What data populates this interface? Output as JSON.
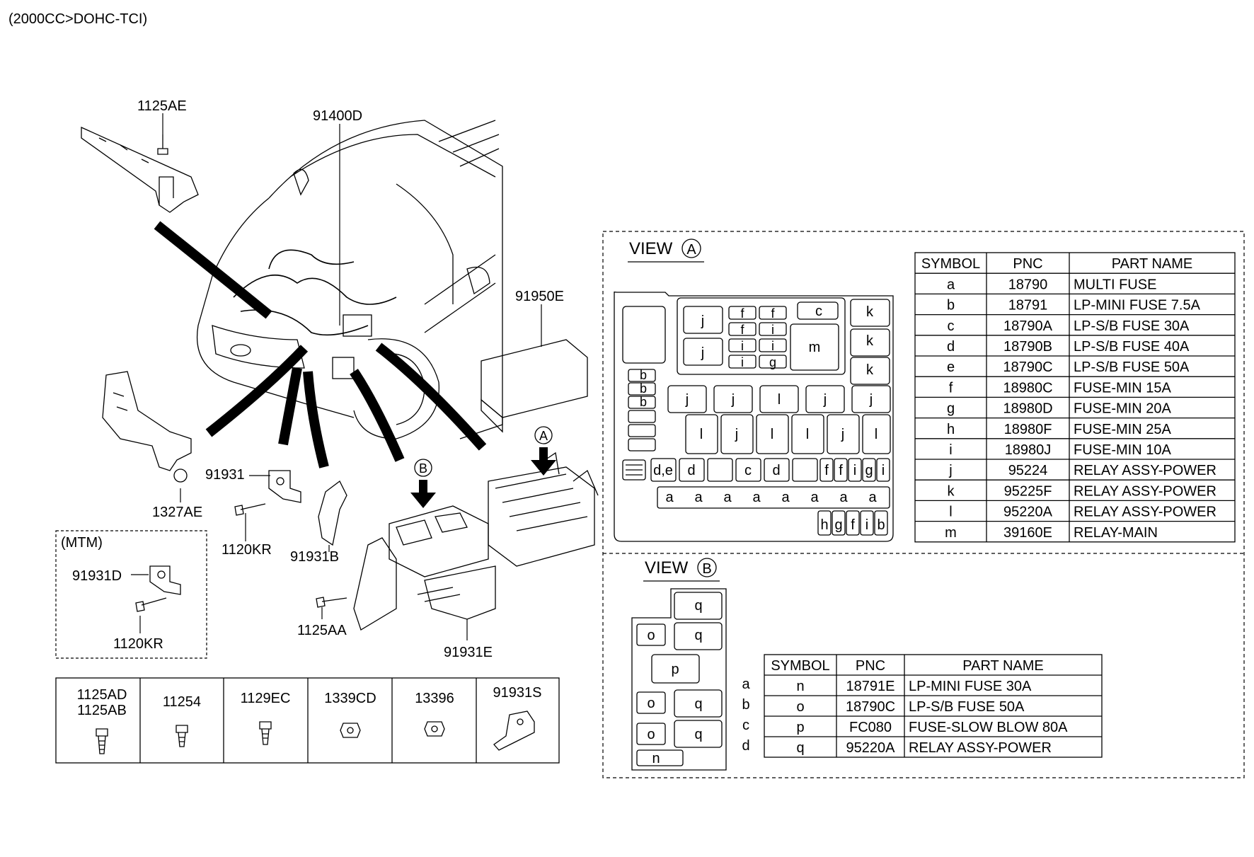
{
  "header": {
    "engine": "(2000CC>DOHC-TCI)"
  },
  "callouts": {
    "c1125AE": "1125AE",
    "c91400D": "91400D",
    "c91950E": "91950E",
    "c91931": "91931",
    "c1327AE": "1327AE",
    "c1120KR": "1120KR",
    "c91931B": "91931B",
    "c1125AA": "1125AA",
    "c91931E": "91931E",
    "mtm_label": "(MTM)",
    "c91931D": "91931D",
    "c1120KR_mtm": "1120KR",
    "arrow_a": "A",
    "arrow_b": "B"
  },
  "hardware": [
    {
      "line1": "1125AD",
      "line2": "1125AB",
      "icon": "bolt-icon"
    },
    {
      "line1": "11254",
      "line2": "",
      "icon": "bolt-icon"
    },
    {
      "line1": "1129EC",
      "line2": "",
      "icon": "bolt-icon"
    },
    {
      "line1": "1339CD",
      "line2": "",
      "icon": "nut-icon"
    },
    {
      "line1": "13396",
      "line2": "",
      "icon": "nut-icon"
    },
    {
      "line1": "91931S",
      "line2": "",
      "icon": "bracket-icon"
    }
  ],
  "view_a": {
    "label": "VIEW",
    "circle": "A",
    "table": {
      "headers": [
        "SYMBOL",
        "PNC",
        "PART NAME"
      ],
      "rows": [
        [
          "a",
          "18790",
          "MULTI FUSE"
        ],
        [
          "b",
          "18791",
          "LP-MINI FUSE 7.5A"
        ],
        [
          "c",
          "18790A",
          "LP-S/B FUSE 30A"
        ],
        [
          "d",
          "18790B",
          "LP-S/B FUSE 40A"
        ],
        [
          "e",
          "18790C",
          "LP-S/B FUSE 50A"
        ],
        [
          "f",
          "18980C",
          "FUSE-MIN 15A"
        ],
        [
          "g",
          "18980D",
          "FUSE-MIN 20A"
        ],
        [
          "h",
          "18980F",
          "FUSE-MIN 25A"
        ],
        [
          "i",
          "18980J",
          "FUSE-MIN 10A"
        ],
        [
          "j",
          "95224",
          "RELAY ASSY-POWER"
        ],
        [
          "k",
          "95225F",
          "RELAY ASSY-POWER"
        ],
        [
          "l",
          "95220A",
          "RELAY ASSY-POWER"
        ],
        [
          "m",
          "39160E",
          "RELAY-MAIN"
        ]
      ]
    },
    "box": {
      "top_j": [
        "j",
        "j"
      ],
      "top_small": [
        [
          "f",
          "f"
        ],
        [
          "f",
          "i"
        ],
        [
          "i",
          "i"
        ],
        [
          "i",
          "g"
        ]
      ],
      "c": "c",
      "m": "m",
      "k": [
        "k",
        "k",
        "k"
      ],
      "side_b": [
        "b",
        "b",
        "b"
      ],
      "row_j": [
        "j",
        "j",
        "l",
        "j",
        "j"
      ],
      "row_l": [
        "l",
        "j",
        "l",
        "l",
        "j",
        "l"
      ],
      "row_d": [
        "d,e",
        "d",
        "",
        "c",
        "d",
        ""
      ],
      "row_fgi": [
        "f",
        "f",
        "i",
        "g",
        "i"
      ],
      "row_a": [
        "a",
        "a",
        "a",
        "a",
        "a",
        "a",
        "a",
        "a"
      ],
      "row_bottom": [
        "h",
        "g",
        "f",
        "i",
        "b"
      ]
    }
  },
  "view_b": {
    "label": "VIEW",
    "circle": "B",
    "table": {
      "headers": [
        "SYMBOL",
        "PNC",
        "PART NAME"
      ],
      "rows": [
        [
          "n",
          "18791E",
          "LP-MINI FUSE 30A"
        ],
        [
          "o",
          "18790C",
          "LP-S/B FUSE 50A"
        ],
        [
          "p",
          "FC080",
          "FUSE-SLOW BLOW 80A"
        ],
        [
          "q",
          "95220A",
          "RELAY ASSY-POWER"
        ]
      ],
      "side_letters": [
        "a",
        "b",
        "c",
        "d"
      ]
    },
    "box": {
      "q": [
        "q",
        "q",
        "q",
        "q"
      ],
      "o": [
        "o",
        "o",
        "o"
      ],
      "p": "p",
      "n": "n"
    }
  }
}
